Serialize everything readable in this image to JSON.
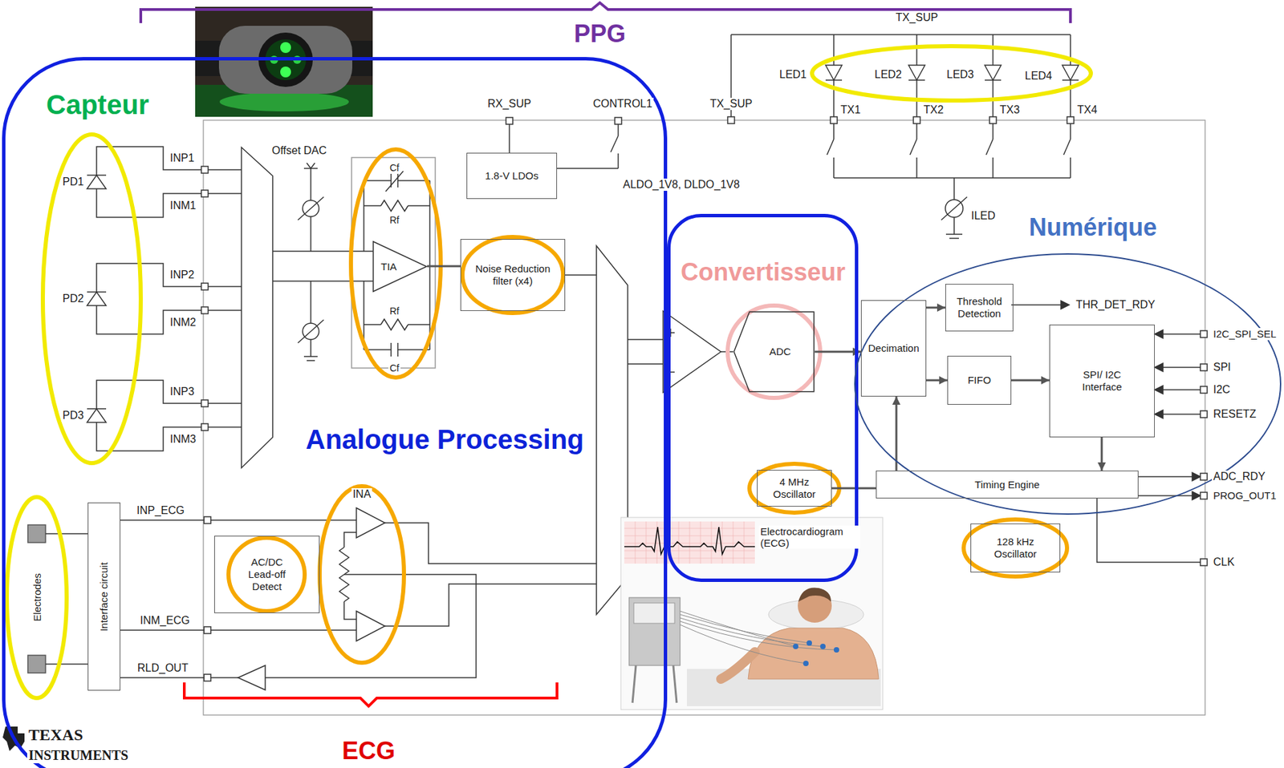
{
  "diagram": {
    "nodes": [
      {
        "text": [
          "Analogue Processing"
        ]
      },
      {
        "text": [
          "Convertisseur"
        ]
      },
      {
        "text": [
          "Numérique"
        ]
      },
      {
        "text": [
          "1.8-V LDOs"
        ],
        "in": 0
      },
      {
        "text": [
          "TIA"
        ],
        "in": 0
      },
      {
        "text": [
          "Noise Reduction filter (x4)"
        ],
        "in": 0
      },
      {
        "text": [
          "Interface circuit"
        ],
        "in": 0
      },
      {
        "text": [
          "AC/DC Lead-off Detect"
        ],
        "in": 0
      },
      {
        "text": [
          "ADC"
        ],
        "in": 1
      },
      {
        "text": [
          "4 MHz Oscillator"
        ],
        "in": 1
      },
      {
        "text": [
          "Decimation"
        ],
        "in": 2
      },
      {
        "text": [
          "Threshold Detection"
        ],
        "in": 2
      },
      {
        "text": [
          "FIFO"
        ],
        "in": 2
      },
      {
        "text": [
          "SPI/ I2C Interface"
        ],
        "in": 2
      },
      {
        "text": [
          "Timing Engine"
        ]
      },
      {
        "text": [
          "128 kHz Oscillator"
        ]
      }
    ],
    "edges": [
      {
        "from": 8,
        "to": 10,
        "arrow": "to"
      },
      {
        "from": 10,
        "to": 11,
        "arrow": "to"
      },
      {
        "from": 10,
        "to": 12,
        "arrow": "to"
      },
      {
        "from": 12,
        "to": 13,
        "arrow": "to"
      },
      {
        "from": 13,
        "to": 14,
        "arrow": "to"
      },
      {
        "from": 14,
        "to": 10,
        "arrow": "to"
      },
      {
        "from": 9,
        "to": 14,
        "arrow": "none"
      },
      {
        "from": 4,
        "to": 5,
        "arrow": "none"
      }
    ],
    "labels": [
      "PPG",
      "TX_SUP",
      "LED1",
      "LED2",
      "LED3",
      "LED4",
      "Capteur",
      "Offset DAC",
      "RX_SUP",
      "CONTROL1",
      "TX_SUP",
      "TX1",
      "TX2",
      "TX3",
      "TX4",
      "INP1",
      "INM1",
      "INP2",
      "INM2",
      "INP3",
      "INM3",
      "PD1",
      "PD2",
      "PD3",
      "Cf",
      "Rf",
      "Rf",
      "Cf",
      "ALDO_1V8, DLDO_1V8",
      "ILED",
      "THR_DET_RDY",
      "I2C_SPI_SEL",
      "SPI",
      "I2C",
      "RESETZ",
      "ADC_RDY",
      "PROG_OUT1",
      "CLK",
      "INP_ECG",
      "INM_ECG",
      "RLD_OUT",
      "INA",
      "Electrodes",
      "Electrocardiogram (ECG)",
      "ECG",
      "TEXAS",
      "INSTRUMENTS"
    ]
  }
}
